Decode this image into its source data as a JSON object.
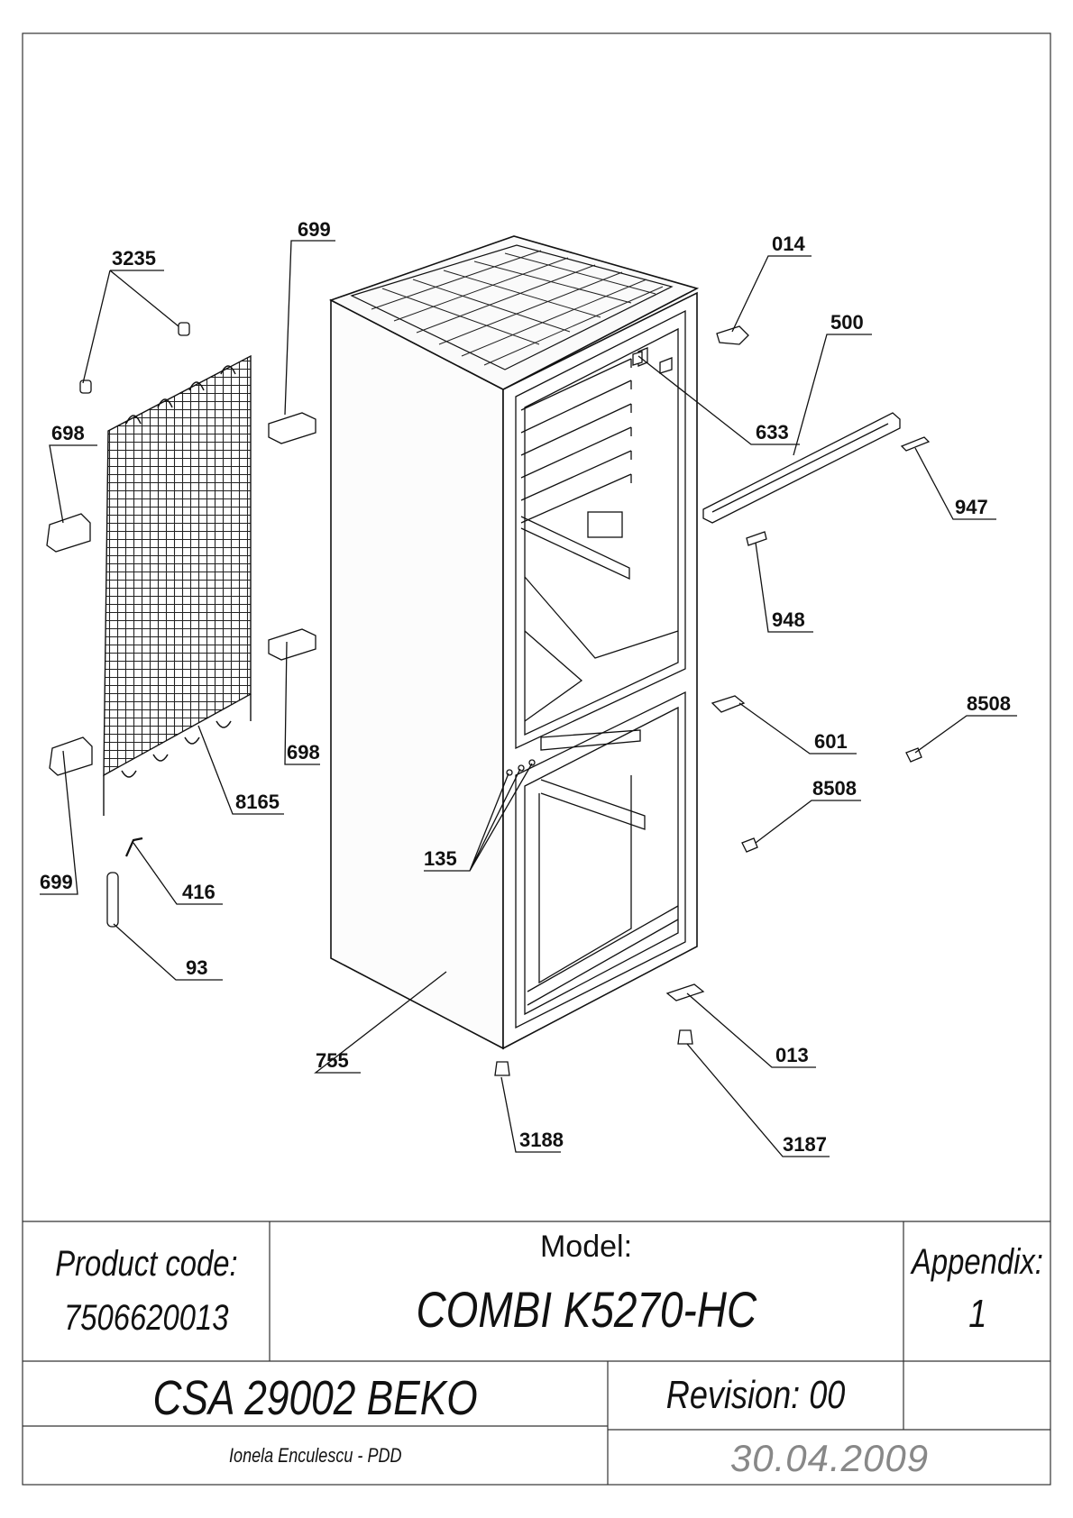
{
  "labels": {
    "l3235": "3235",
    "l699a": "699",
    "l698a": "698",
    "l698b": "698",
    "l699b": "699",
    "l8165": "8165",
    "l416": "416",
    "l93": "93",
    "l755": "755",
    "l014": "014",
    "l500": "500",
    "l633": "633",
    "l947": "947",
    "l948": "948",
    "l8508a": "8508",
    "l601": "601",
    "l8508b": "8508",
    "l135": "135",
    "l013": "013",
    "l3188": "3188",
    "l3187": "3187"
  },
  "title_block": {
    "product_code_label": "Product code:",
    "product_code": "7506620013",
    "model_label": "Model:",
    "model": "COMBI K5270-HC",
    "appendix_label": "Appendix:",
    "appendix": "1",
    "document": "CSA 29002 BEKO",
    "revision": "Revision: 00",
    "author": "Ionela Enculescu - PDD",
    "date": "30.04.2009"
  }
}
